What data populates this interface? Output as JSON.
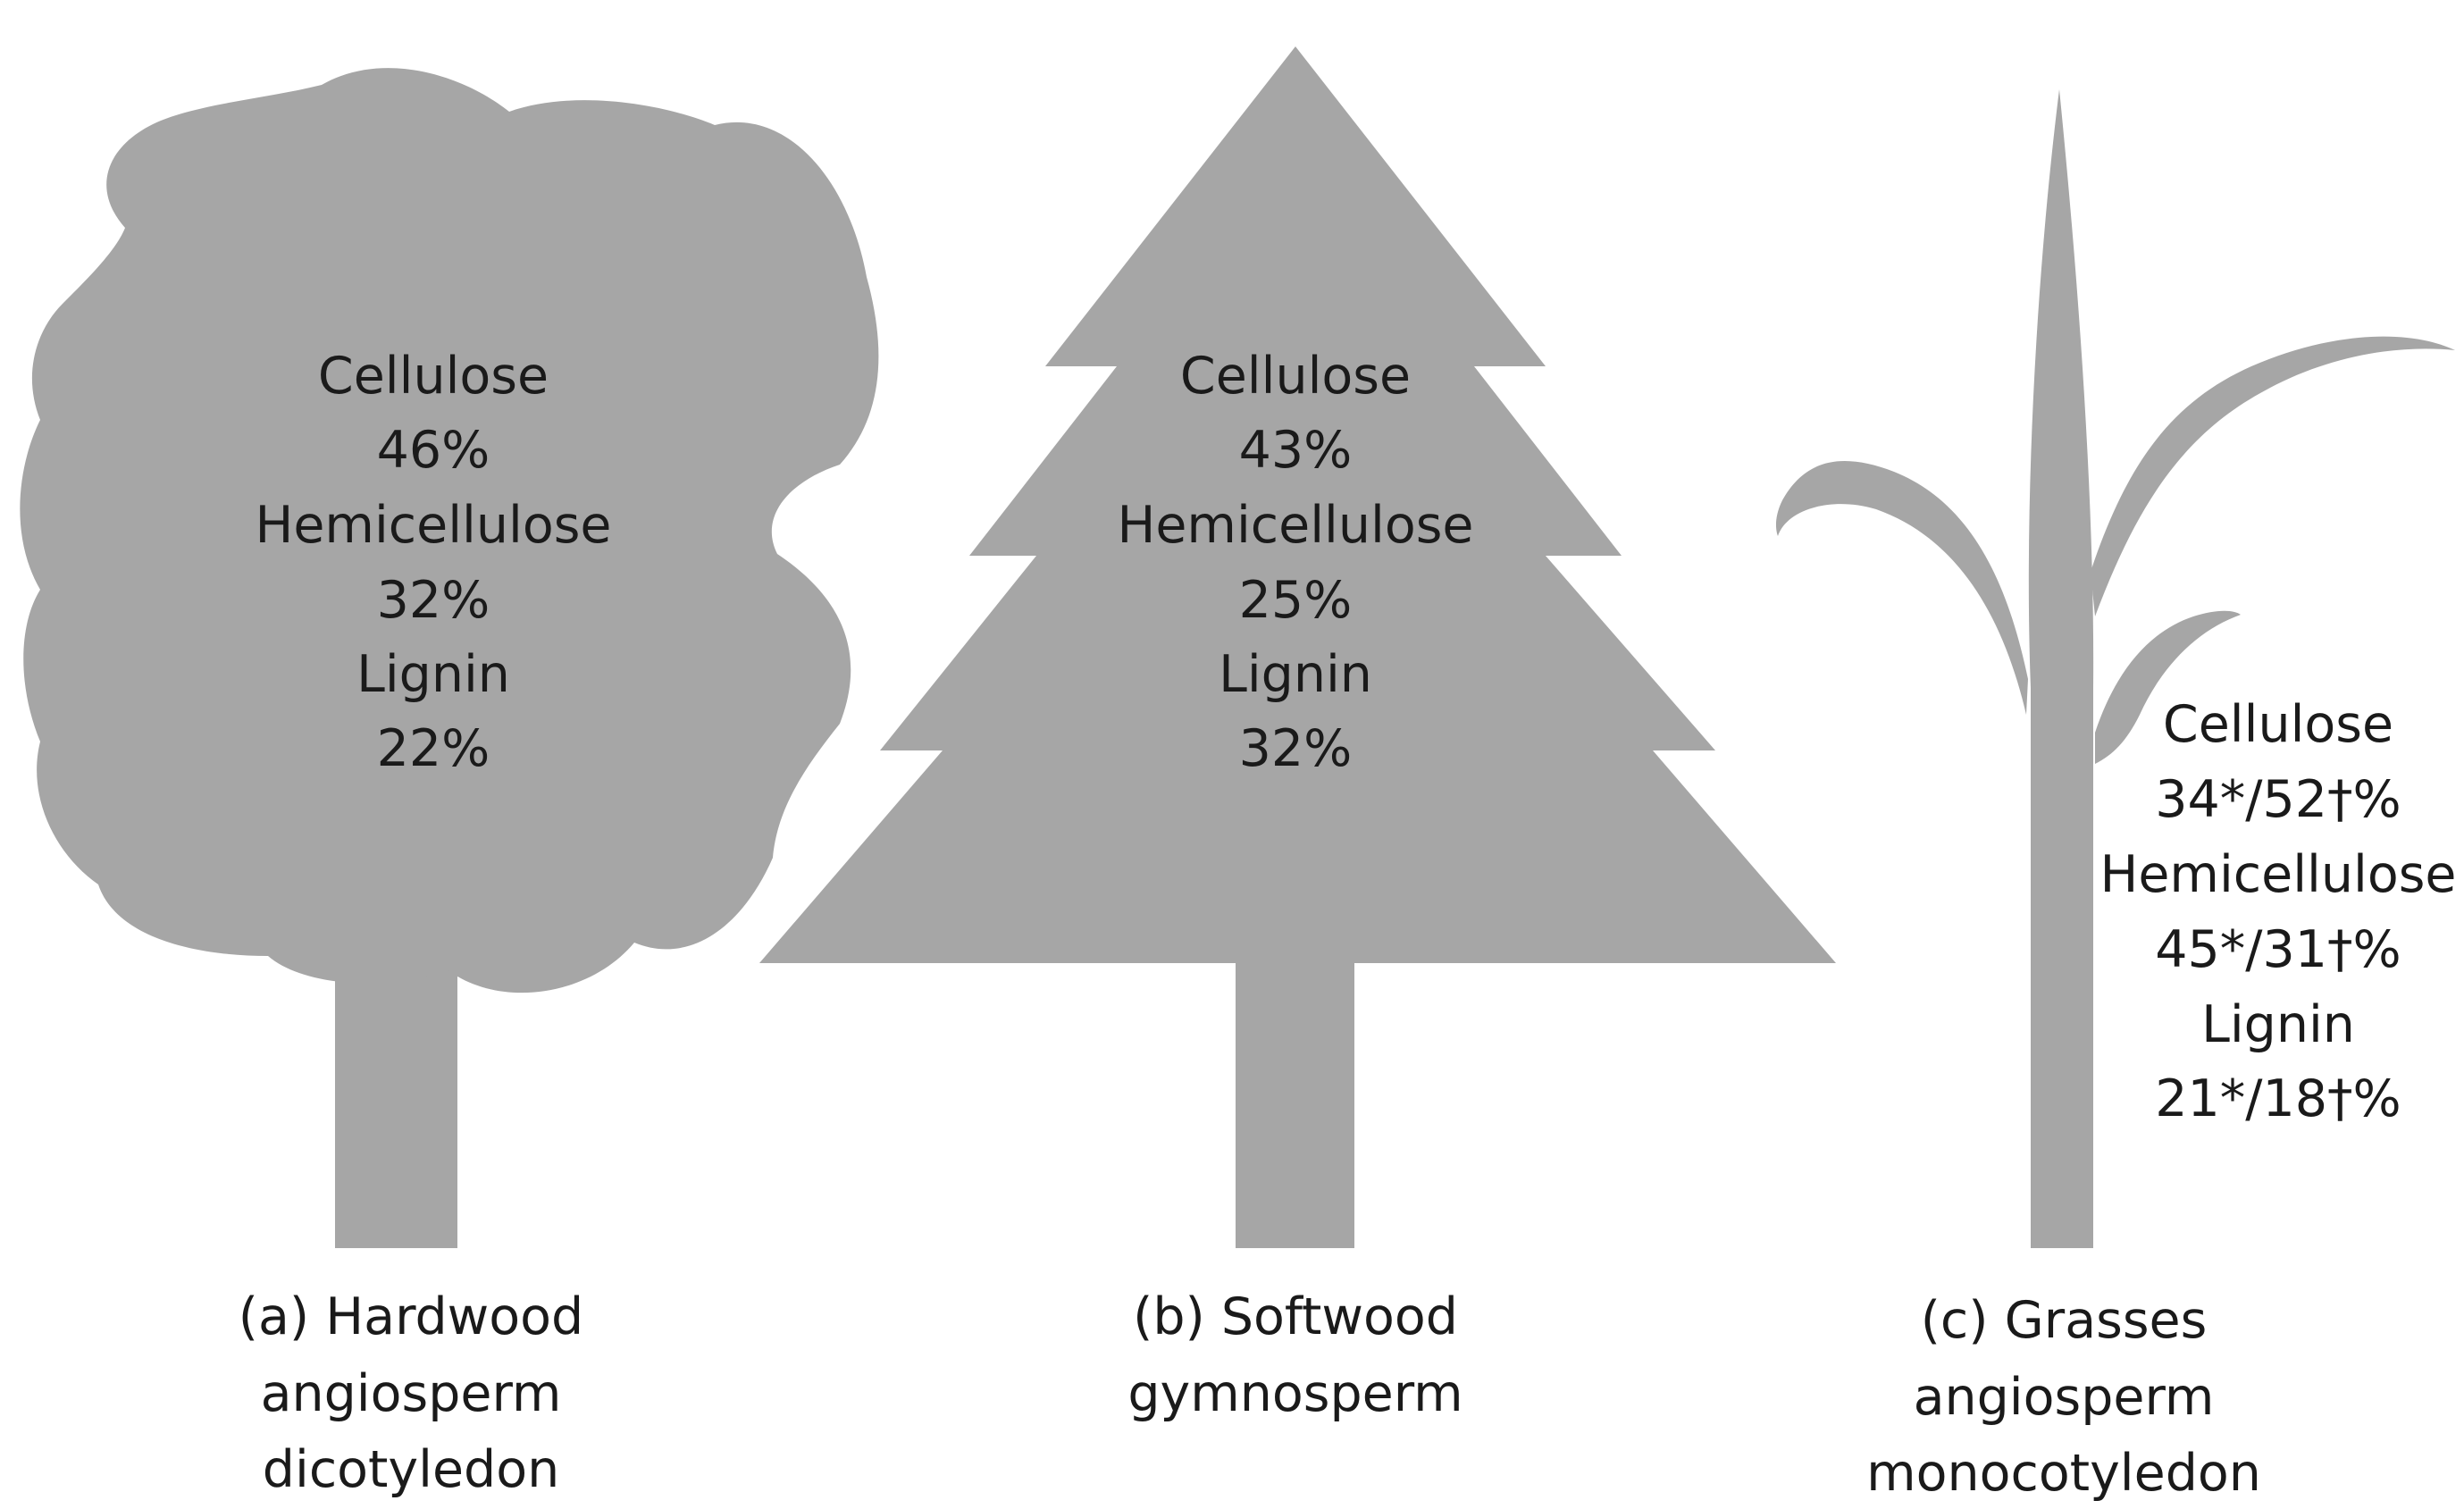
{
  "colors": {
    "silhouette": "#a6a6a6",
    "text": "#1a1a1a",
    "background": "#ffffff"
  },
  "plants": [
    {
      "id": "hardwood",
      "icon": "deciduous-tree-icon",
      "composition": [
        {
          "name": "Cellulose",
          "value": "46%"
        },
        {
          "name": "Hemicellulose",
          "value": "32%"
        },
        {
          "name": "Lignin",
          "value": "22%"
        }
      ],
      "caption": [
        "(a)  Hardwood",
        "angiosperm",
        "dicotyledon"
      ]
    },
    {
      "id": "softwood",
      "icon": "conifer-tree-icon",
      "composition": [
        {
          "name": "Cellulose",
          "value": "43%"
        },
        {
          "name": "Hemicellulose",
          "value": "25%"
        },
        {
          "name": "Lignin",
          "value": "32%"
        }
      ],
      "caption": [
        "(b) Softwood",
        "gymnosperm"
      ]
    },
    {
      "id": "grasses",
      "icon": "grass-stalk-icon",
      "composition": [
        {
          "name": "Cellulose",
          "value": "34*/52†%"
        },
        {
          "name": "Hemicellulose",
          "value": "45*/31†%"
        },
        {
          "name": "Lignin",
          "value": "21*/18†%"
        }
      ],
      "caption": [
        "(c) Grasses",
        "angiosperm",
        "monocotyledon"
      ]
    }
  ]
}
